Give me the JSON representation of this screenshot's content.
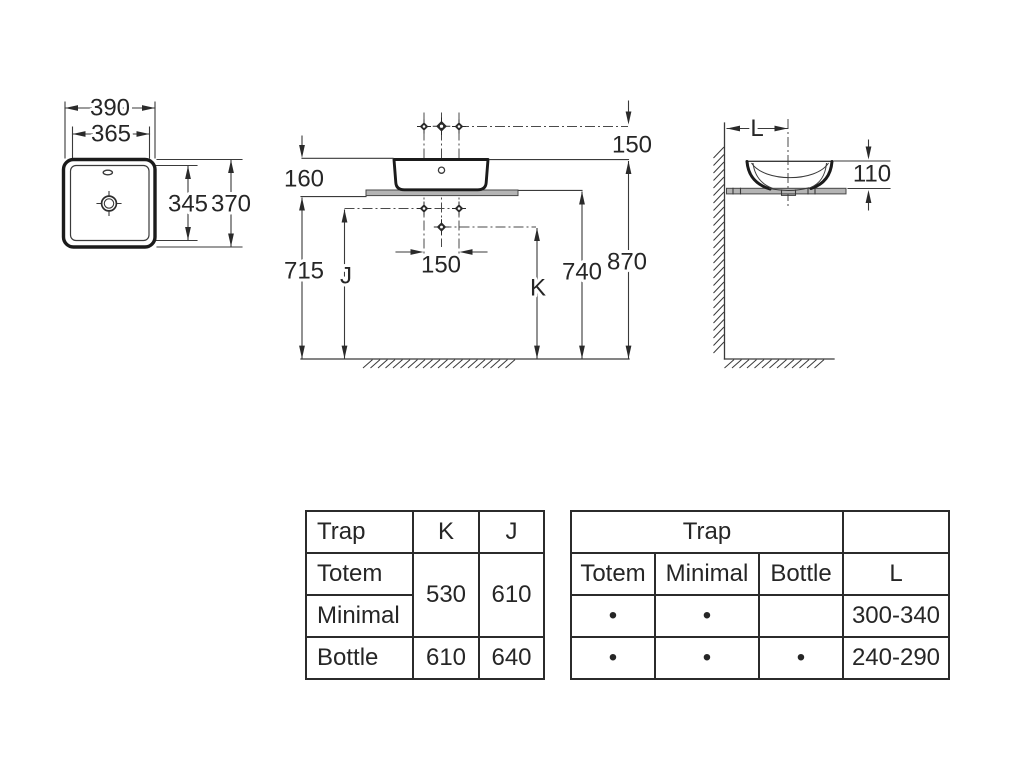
{
  "drawing": {
    "top_view": {
      "outer_width": "390",
      "inner_width": "365",
      "inner_depth": "345",
      "outer_depth": "370"
    },
    "front_view": {
      "wall_holes_offset": "150",
      "rim_to_counter": "160",
      "counter_underside_height": "715",
      "dim_j": "J",
      "hole_spacing": "150",
      "dim_k": "K",
      "counter_height": "740",
      "rim_height": "870"
    },
    "side_view": {
      "dim_l": "L",
      "bowl_height": "110"
    }
  },
  "left_table": {
    "col_trap": "Trap",
    "col_k": "K",
    "col_j": "J",
    "row_totem": "Totem",
    "row_minimal": "Minimal",
    "row_bottle": "Bottle",
    "totem_minimal_k": "530",
    "totem_minimal_j": "610",
    "bottle_k": "610",
    "bottle_j": "640"
  },
  "right_table": {
    "header_trap": "Trap",
    "col_totem": "Totem",
    "col_minimal": "Minimal",
    "col_bottle": "Bottle",
    "col_l": "L",
    "row1": {
      "totem": "•",
      "minimal": "•",
      "bottle": "",
      "l": "300-340"
    },
    "row2": {
      "totem": "•",
      "minimal": "•",
      "bottle": "•",
      "l": "240-290"
    }
  }
}
